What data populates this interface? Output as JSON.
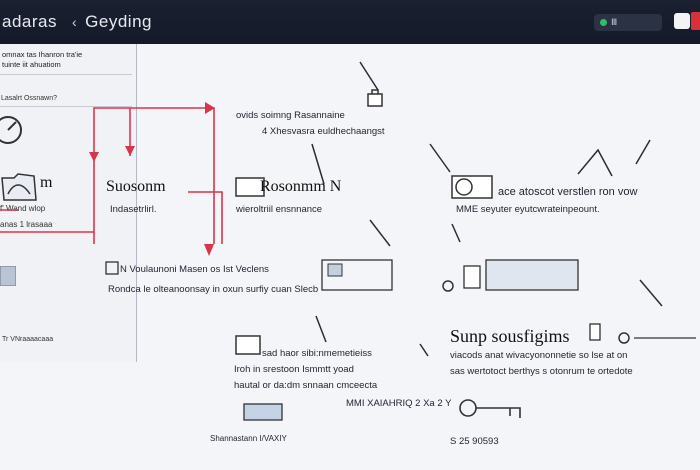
{
  "header": {
    "left_title": "adaras",
    "back_glyph": "‹",
    "section_title": "Geyding",
    "status_label": "Ⅲ",
    "colors": {
      "bar": "#161c2b",
      "status_green": "#27c36b",
      "badge_red": "#d7323c"
    }
  },
  "sidebar": {
    "header_lines": [
      "omnax tas Ihanron tra'ie",
      "tuinte iit ahuatiom"
    ],
    "crumb": "Lasalrt Ossnawn?",
    "card_title": "m",
    "lines": [
      "f' Wand wlop",
      "anas 1 lrasaaa",
      "Tr VNraaaacaaa"
    ],
    "icons": {
      "round": "clock-icon",
      "card": "folder-icon",
      "tile": "document-icon"
    }
  },
  "flow": {
    "accent": "#d9354a",
    "top_node": {
      "label": "ovids soimng Rasannaine",
      "desc": "4 Xhesvasra euldhechaangst",
      "icon": "archive-icon"
    },
    "node_left": {
      "title": "Suosonm",
      "desc": "Indasetrlirl."
    },
    "node_mid": {
      "title": "Rosonmm N",
      "desc": "wieroltriil ensnnance"
    },
    "node_right": {
      "label": "ace atoscot verstlen ron vow",
      "desc": "MME seyuter eyutcwrateinpeount.",
      "icon": "cube-icon"
    },
    "node_wide": {
      "line1": "N Voulaunoni Masen os Ist Veclens",
      "line2": "Rondca le olteanoonsay in oxun surfiy cuan Slecb"
    },
    "node_bottom_left": {
      "line1": "sad haor sibi:nmemetieiss",
      "line2": "Iroh in srestoon Ismmtt yoad",
      "line3": "hautal or da:dm snnaan cmceecta",
      "caption": "Shannastann I/VAXIY"
    },
    "node_bottom_mid": {
      "label": "MMI XAIAHRIQ 2 Xa 2 Y"
    },
    "node_bottom_right": {
      "title": "Sunp sousfigims",
      "line1": "viacods anat wivacyononnetie so lse at on",
      "line2": "sas wertotoct berthys s otonrum te ortedote",
      "count": "S 25 90593"
    }
  }
}
